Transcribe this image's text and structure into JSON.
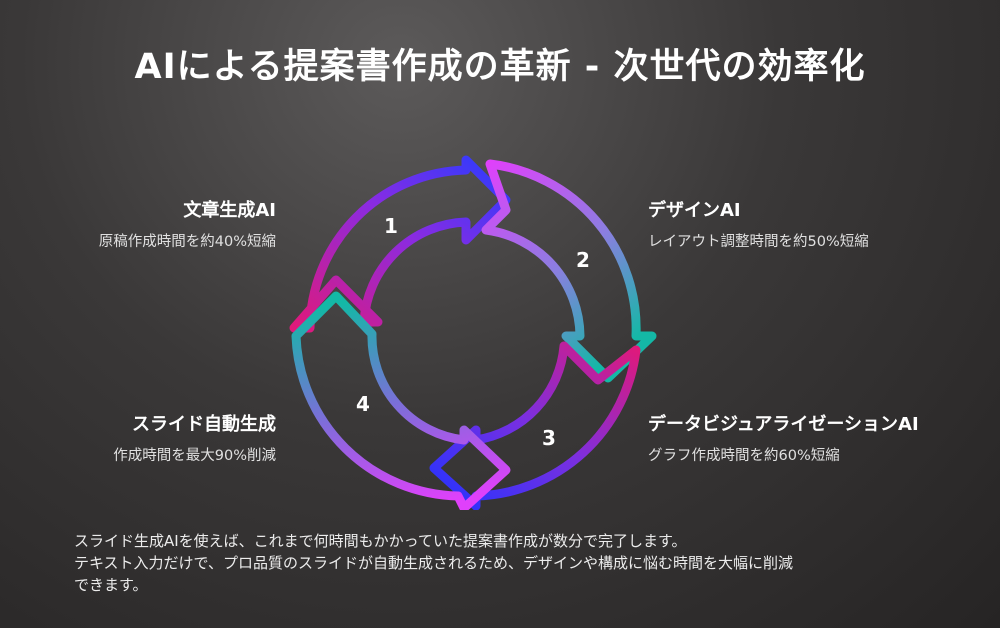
{
  "title": "AIによる提案書作成の革新 - 次世代の効率化",
  "segments": [
    {
      "number": "1",
      "heading": "文章生成AI",
      "description": "原稿作成時間を約40%短縮"
    },
    {
      "number": "2",
      "heading": "デザインAI",
      "description": "レイアウト調整時間を約50%短縮"
    },
    {
      "number": "3",
      "heading": "データビジュアライゼーションAI",
      "description": "グラフ作成時間を約60%短縮"
    },
    {
      "number": "4",
      "heading": "スライド自動生成",
      "description": "作成時間を最大90%削減"
    }
  ],
  "footer": {
    "line1": "スライド生成AIを使えば、これまで何時間もかかっていた提案書作成が数分で完了します。",
    "line2": "テキスト入力だけで、プロ品質のスライドが自動生成されるため、デザインや構成に悩む時間を大幅に削減",
    "line3": "できます。"
  },
  "colors": {
    "magenta": "#e040fb",
    "pink": "#e0197a",
    "purple": "#7b2fe0",
    "blue": "#2233ff",
    "teal": "#14b8a6",
    "steel": "#6a8fd0"
  }
}
